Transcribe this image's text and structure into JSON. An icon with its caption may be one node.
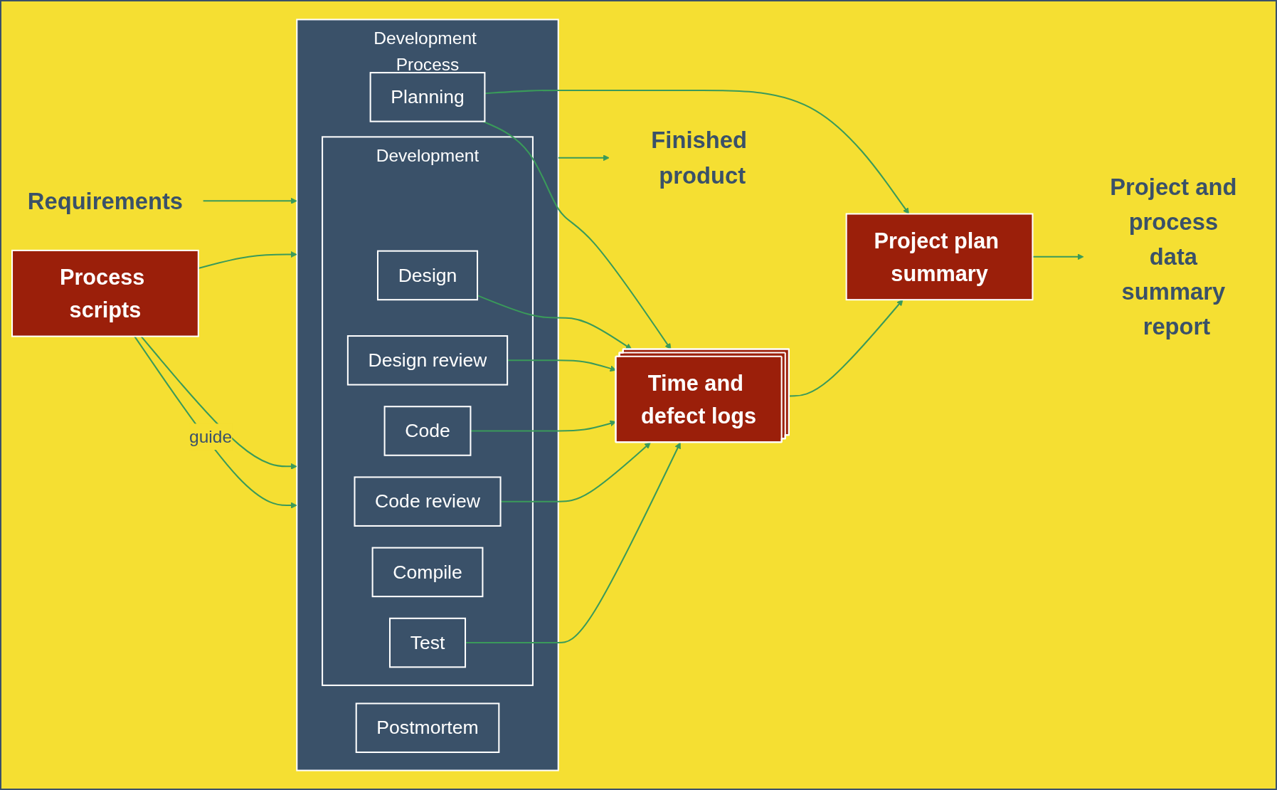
{
  "diagram": {
    "nodes": [
      {
        "text": [
          "Requirements"
        ]
      },
      {
        "text": [
          "Process scripts"
        ]
      },
      {
        "text": [
          "Development Process"
        ]
      },
      {
        "text": [
          "Planning"
        ],
        "in": 2
      },
      {
        "text": [
          "Development"
        ],
        "in": 2
      },
      {
        "text": [
          "Design"
        ],
        "in": 4
      },
      {
        "text": [
          "Design review"
        ],
        "in": 4
      },
      {
        "text": [
          "Code"
        ],
        "in": 4
      },
      {
        "text": [
          "Code review"
        ],
        "in": 4
      },
      {
        "text": [
          "Compile"
        ],
        "in": 4
      },
      {
        "text": [
          "Test"
        ],
        "in": 4
      },
      {
        "text": [
          "Postmortem"
        ],
        "in": 2
      },
      {
        "text": [
          "Time and defect logs"
        ]
      },
      {
        "text": [
          "Project plan summary"
        ]
      },
      {
        "text": [
          "Finished product"
        ]
      },
      {
        "text": [
          "Project and process data summary report"
        ]
      }
    ],
    "edges": [
      {
        "from": 0,
        "to": 2,
        "arrow": "to"
      },
      {
        "from": 1,
        "to": 2,
        "arrow": "to"
      },
      {
        "from": 1,
        "to": 2,
        "label": "guide",
        "arrow": "to"
      },
      {
        "from": 1,
        "to": 2,
        "arrow": "to"
      },
      {
        "from": 3,
        "to": 12,
        "arrow": "to"
      },
      {
        "from": 3,
        "to": 13,
        "arrow": "to"
      },
      {
        "from": 5,
        "to": 12,
        "arrow": "to"
      },
      {
        "from": 6,
        "to": 12,
        "arrow": "to"
      },
      {
        "from": 7,
        "to": 12,
        "arrow": "to"
      },
      {
        "from": 8,
        "to": 12,
        "arrow": "to"
      },
      {
        "from": 10,
        "to": 12,
        "arrow": "to"
      },
      {
        "from": 12,
        "to": 13,
        "arrow": "to"
      },
      {
        "from": 2,
        "to": 14,
        "arrow": "to"
      },
      {
        "from": 13,
        "to": 15,
        "arrow": "to"
      }
    ]
  }
}
